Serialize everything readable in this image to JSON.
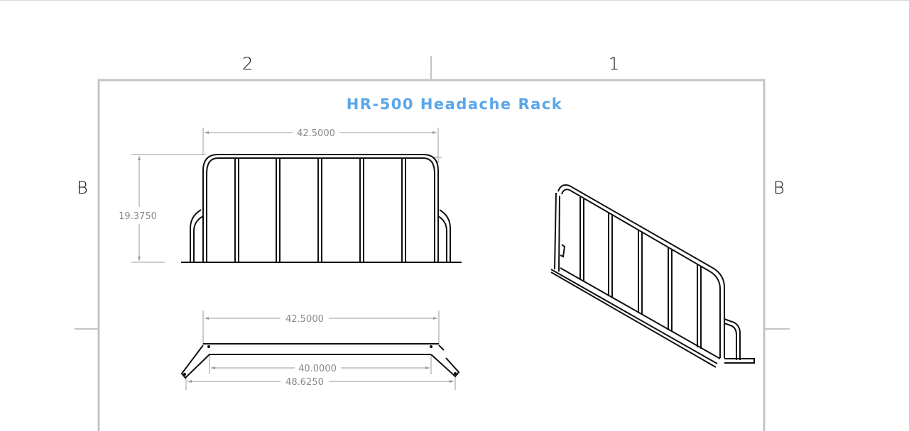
{
  "drawing": {
    "title": "HR-500 Headache Rack",
    "title_color": "#5aa6ea",
    "zones": {
      "top": [
        "2",
        "1"
      ],
      "left": "B",
      "right": "B"
    },
    "views": {
      "front": {
        "dimensions": {
          "width": "42.5000",
          "height": "19.3750"
        }
      },
      "top": {
        "dimensions": {
          "overall_top": "42.5000",
          "inner": "40.0000",
          "overall_bottom": "48.6250"
        }
      },
      "isometric": {
        "label": ""
      }
    }
  }
}
